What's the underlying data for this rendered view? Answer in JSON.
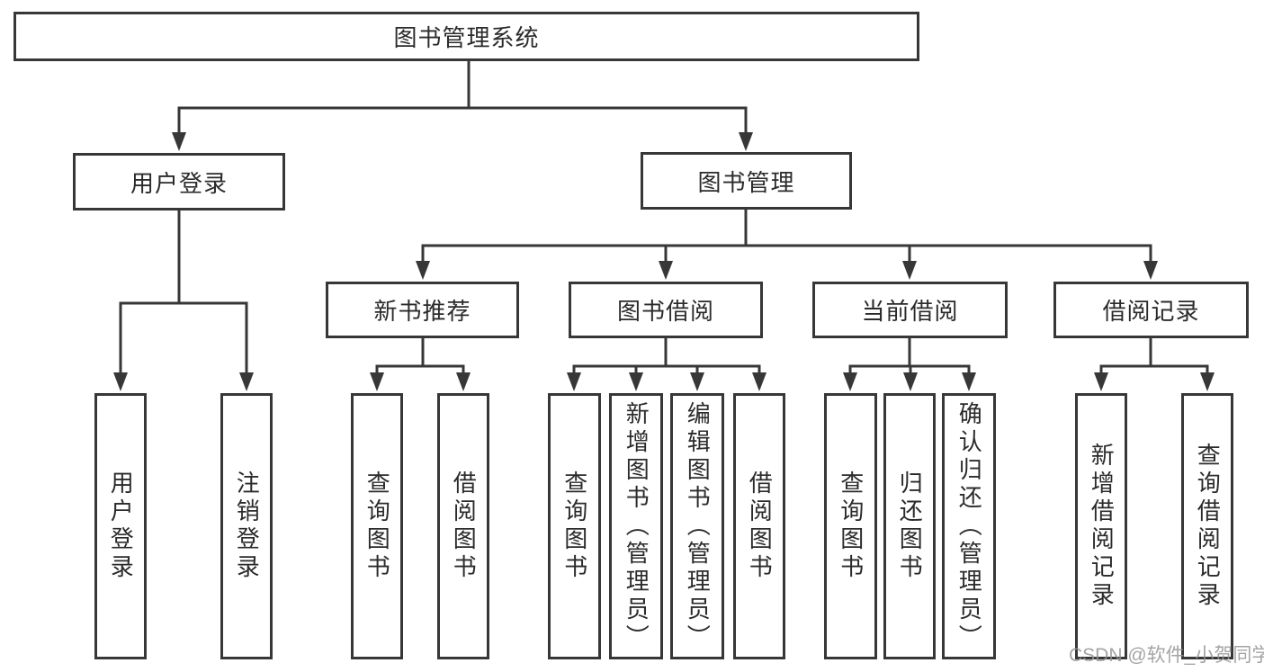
{
  "tree": {
    "label": "图书管理系统",
    "children": [
      {
        "label": "用户登录",
        "children": [
          {
            "label": "用户登录"
          },
          {
            "label": "注销登录"
          }
        ]
      },
      {
        "label": "图书管理",
        "children": [
          {
            "label": "新书推荐",
            "children": [
              {
                "label": "查询图书"
              },
              {
                "label": "借阅图书"
              }
            ]
          },
          {
            "label": "图书借阅",
            "children": [
              {
                "label": "查询图书"
              },
              {
                "label": "新增图书（管理员）"
              },
              {
                "label": "编辑图书（管理员）"
              },
              {
                "label": "借阅图书"
              }
            ]
          },
          {
            "label": "当前借阅",
            "children": [
              {
                "label": "查询图书"
              },
              {
                "label": "归还图书"
              },
              {
                "label": "确认归还（管理员）"
              }
            ]
          },
          {
            "label": "借阅记录",
            "children": [
              {
                "label": "新增借阅记录"
              },
              {
                "label": "查询借阅记录"
              }
            ]
          }
        ]
      }
    ]
  },
  "watermark": "CSDN @软件_小贺同学",
  "colors": {
    "line": "#373737",
    "text": "#2b2b2b",
    "background": "#ffffff",
    "watermark": "#949494"
  }
}
